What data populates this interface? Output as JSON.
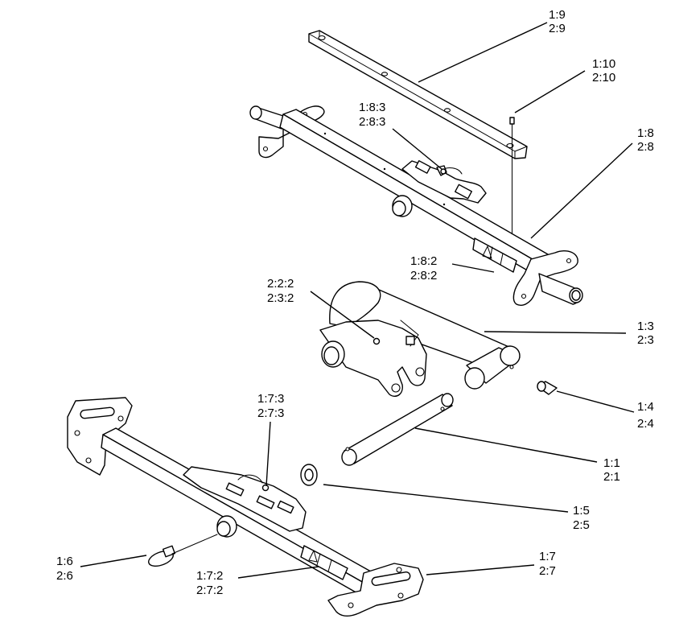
{
  "callouts": {
    "c_1_9": {
      "l1": "1:9",
      "l2": "2:9"
    },
    "c_1_10": {
      "l1": "1:10",
      "l2": "2:10"
    },
    "c_1_8_3": {
      "l1": "1:8:3",
      "l2": "2:8:3"
    },
    "c_1_8": {
      "l1": "1:8",
      "l2": "2:8"
    },
    "c_1_8_2": {
      "l1": "1:8:2",
      "l2": "2:8:2"
    },
    "c_2_2_2": {
      "l1": "2:2:2",
      "l2": "2:3:2"
    },
    "c_1_3": {
      "l1": "1:3",
      "l2": "2:3"
    },
    "c_1_4": {
      "l1": "1:4",
      "l2": "2:4"
    },
    "c_1_7_3": {
      "l1": "1:7:3",
      "l2": "2:7:3"
    },
    "c_1_1": {
      "l1": "1:1",
      "l2": "2:1"
    },
    "c_1_5": {
      "l1": "1:5",
      "l2": "2:5"
    },
    "c_1_6": {
      "l1": "1:6",
      "l2": "2:6"
    },
    "c_1_7_2": {
      "l1": "1:7:2",
      "l2": "2:7:2"
    },
    "c_1_7": {
      "l1": "1:7",
      "l2": "2:7"
    }
  }
}
